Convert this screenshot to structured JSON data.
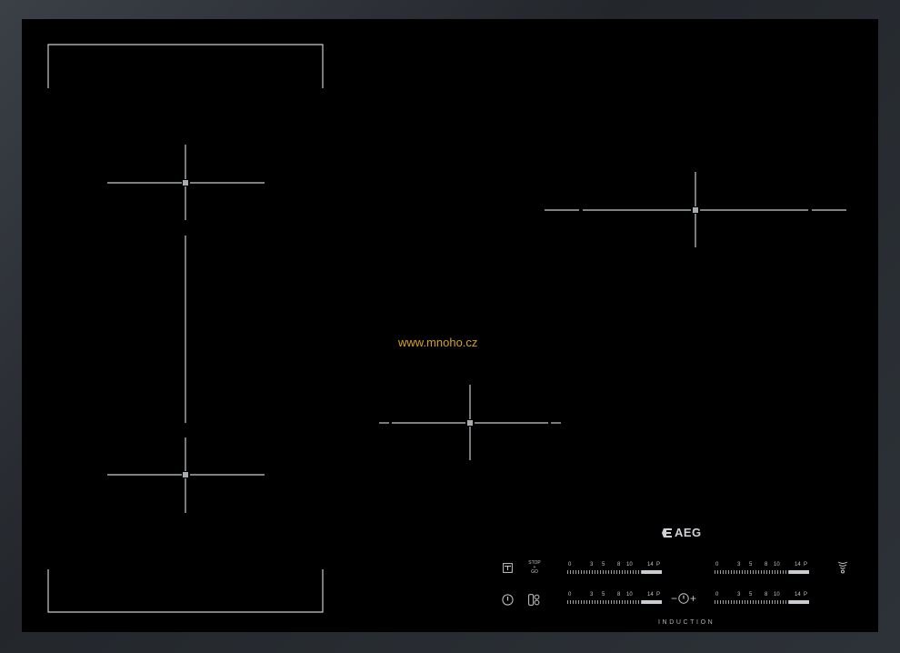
{
  "watermark": "www.mnoho.cz",
  "brand": {
    "name": "AEG",
    "logo_icon": "aeg-logo-icon"
  },
  "footer_label": "INDUCTION",
  "controls": {
    "timer_icon": "timer-icon",
    "stop_go": {
      "line1": "STOP",
      "line2": "+",
      "line3": "GO"
    },
    "power_icon": "power-icon",
    "bridge_icon": "bridge-icon",
    "minus": "−",
    "plus": "+",
    "clock_icon": "clock-icon",
    "hob2hood_icon": "hob2hood-icon"
  },
  "sliders": [
    {
      "labels": [
        "0",
        "3",
        "5",
        "8",
        "10",
        "14",
        "P"
      ],
      "level": 0.79
    },
    {
      "labels": [
        "0",
        "3",
        "5",
        "8",
        "10",
        "14",
        "P"
      ],
      "level": 0.79
    },
    {
      "labels": [
        "0",
        "3",
        "5",
        "8",
        "10",
        "14",
        "P"
      ],
      "level": 0.79
    },
    {
      "labels": [
        "0",
        "3",
        "5",
        "8",
        "10",
        "14",
        "P"
      ],
      "level": 0.79
    }
  ],
  "colors": {
    "glass": "#000000",
    "frame": "#2d3238",
    "marks": "#c9ccd0",
    "watermark": "#d6a320"
  }
}
